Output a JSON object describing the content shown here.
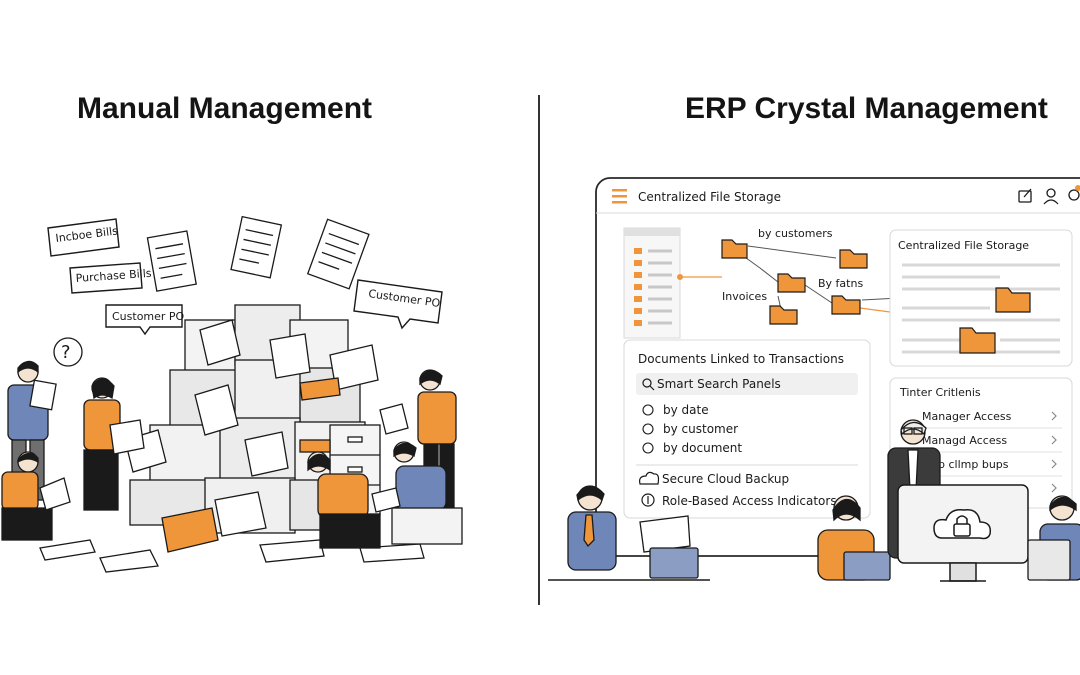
{
  "left": {
    "title": "Manual Management",
    "labels": {
      "invoice_bills": "Incboe Bills",
      "purchase_bills": "Purchase Bills",
      "customer_po_small": "Customer PO",
      "customer_po_large": "Customer PO"
    },
    "question_mark": "?"
  },
  "right": {
    "title": "ERP Crystal Management",
    "app": {
      "header_title": "Centralized File Storage",
      "tree": {
        "by_customers": "by customers",
        "invoices": "Invoices",
        "by_dates": "By fatns"
      },
      "storage_panel_title": "Centralized File Storage",
      "docs_panel": {
        "title": "Documents Linked to Transactions",
        "search_label": "Smart Search Panels",
        "options": [
          "by date",
          "by customer",
          "by document"
        ],
        "cloud_backup": "Secure Cloud Backup",
        "role_access": "Role-Based Access Indicators"
      },
      "filter_panel": {
        "title": "Tinter Critlenis",
        "items": [
          "Manager Access",
          "Managd Access",
          "p cllmp bups"
        ]
      }
    }
  },
  "colors": {
    "accent": "#f0963a",
    "blue": "#6f87b8",
    "dark": "#1a1a1a",
    "panel_border": "#d8d8d8"
  }
}
